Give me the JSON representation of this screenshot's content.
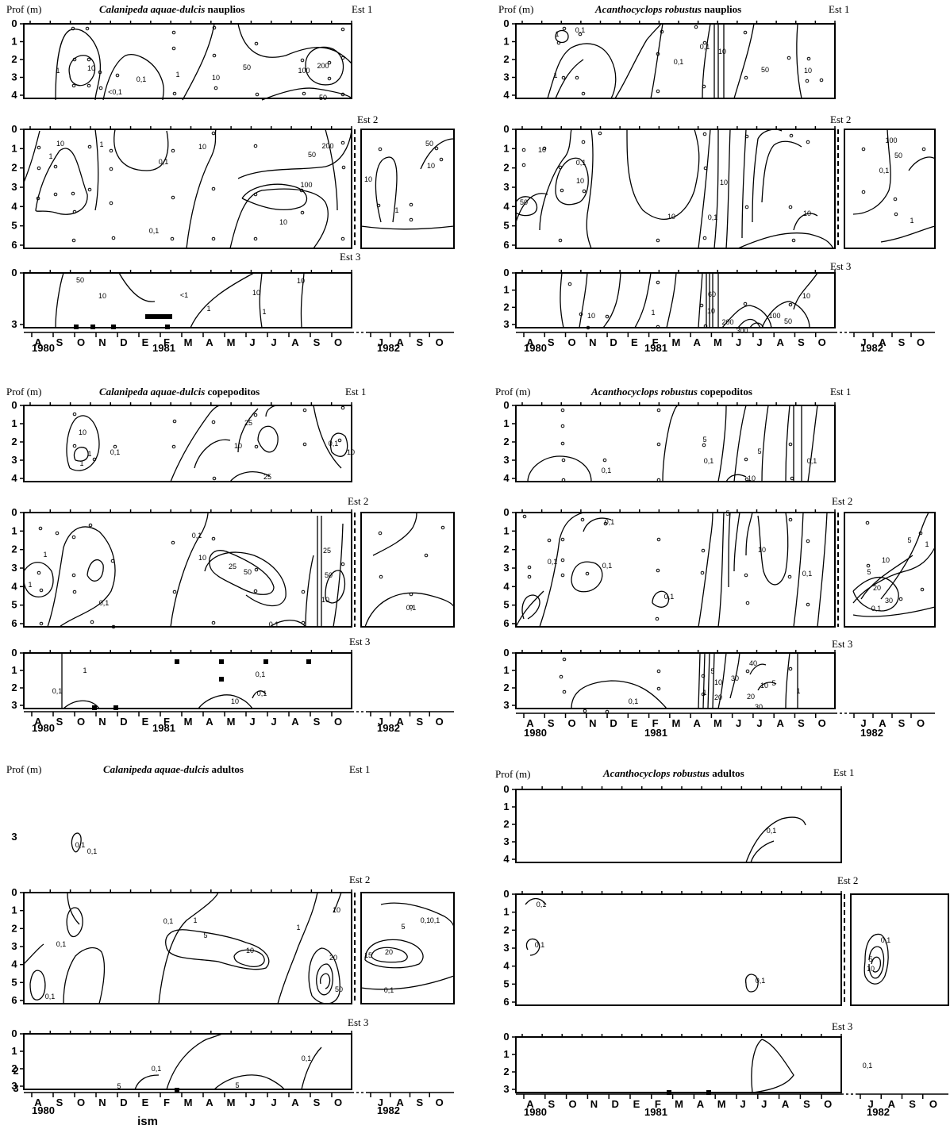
{
  "prof_label": "Prof (m)",
  "years": [
    "1980",
    "1981",
    "1982"
  ],
  "months_main": [
    "A",
    "S",
    "O",
    "N",
    "D",
    "E",
    "F",
    "M",
    "A",
    "M",
    "J",
    "J",
    "A",
    "S",
    "O"
  ],
  "months_1982": [
    "J",
    "A",
    "S",
    "O"
  ],
  "panels": [
    {
      "title_species": "Calanipeda aquae-dulcis",
      "title_stage": "nauplios",
      "stations": [
        {
          "label": "Est 1",
          "ticks": [
            "0",
            "1",
            "2",
            "3",
            "4"
          ]
        },
        {
          "label": "Est 2",
          "ticks": [
            "0",
            "1",
            "2",
            "3",
            "4",
            "5",
            "6"
          ]
        },
        {
          "label": "Est 3",
          "ticks": [
            "0",
            "3"
          ]
        }
      ],
      "contour_labels": [
        "1",
        "10",
        "<0,1",
        "0,1",
        "1",
        "10",
        "50",
        "100",
        "200",
        "50",
        "10",
        "1",
        "1",
        "10",
        "0,1",
        "50",
        "200",
        "100",
        "10",
        "0,1",
        "10",
        "1",
        "50",
        "10",
        "50",
        "10",
        "<1",
        "1",
        "10",
        "10",
        "1"
      ]
    },
    {
      "title_species": "Acanthocyclops robustus",
      "title_stage": "nauplios",
      "stations": [
        {
          "label": "Est 1",
          "ticks": [
            "0",
            "1",
            "2",
            "3",
            "4"
          ]
        },
        {
          "label": "Est 2",
          "ticks": [
            "0",
            "1",
            "2",
            "3",
            "4",
            "5",
            "6"
          ]
        },
        {
          "label": "Est 3",
          "ticks": [
            "0",
            "1",
            "2",
            "3"
          ]
        }
      ],
      "contour_labels": [
        "0,1",
        "1",
        "1",
        "0,1",
        "0,1",
        "10",
        "50",
        "10",
        "10",
        "0,1",
        "10",
        "100",
        "50",
        "50",
        "10",
        "0,1",
        "0,1",
        "10",
        "10",
        "1",
        "10",
        "1",
        "60",
        "10",
        "200",
        "300",
        "100",
        "50",
        "10"
      ]
    },
    {
      "title_species": "Calanipeda aquae-dulcis",
      "title_stage": "copepoditos",
      "stations": [
        {
          "label": "Est 1",
          "ticks": [
            "0",
            "1",
            "2",
            "3",
            "4"
          ]
        },
        {
          "label": "Est 2",
          "ticks": [
            "0",
            "1",
            "2",
            "3",
            "4",
            "5",
            "6"
          ]
        },
        {
          "label": "Est 3",
          "ticks": [
            "0",
            "1",
            "2",
            "3"
          ]
        }
      ],
      "contour_labels": [
        "1",
        "0,1",
        "25",
        "10",
        "0,1",
        "10",
        "25",
        "10",
        "1",
        "1",
        "0,1",
        "10",
        "25",
        "50",
        "25",
        "50",
        "10",
        "0,1",
        "1",
        "0,1",
        "0,1",
        "0,1",
        "1",
        "0,1",
        "10",
        "0,1"
      ]
    },
    {
      "title_species": "Acanthocyclops robustus",
      "title_stage": "copepoditos",
      "stations": [
        {
          "label": "Est 1",
          "ticks": [
            "0",
            "1",
            "2",
            "3",
            "4"
          ]
        },
        {
          "label": "Est 2",
          "ticks": [
            "0",
            "1",
            "2",
            "3",
            "4",
            "5",
            "6"
          ]
        },
        {
          "label": "Est 3",
          "ticks": [
            "0",
            "1",
            "2",
            "3"
          ]
        }
      ],
      "contour_labels": [
        "5",
        "0,1",
        "0,1",
        "5",
        "10",
        "0,1",
        "0,1",
        "5",
        "0,1",
        "0,1",
        "0,1",
        "10",
        "5",
        "0,1",
        "20",
        "10",
        "30",
        "5",
        "1",
        "0,1",
        "5",
        "40",
        "10",
        "30",
        "10",
        "20",
        "5",
        "20",
        "30",
        "1",
        "0,1",
        "1"
      ]
    },
    {
      "title_species": "Calanipeda aquae-dulcis",
      "title_stage": "adultos",
      "stations": [
        {
          "label": "Est 1",
          "ticks": [
            "3"
          ]
        },
        {
          "label": "Est 2",
          "ticks": [
            "0",
            "1",
            "2",
            "3",
            "4",
            "5",
            "6"
          ]
        },
        {
          "label": "Est 3",
          "ticks": [
            "0",
            "1",
            "2",
            "3"
          ]
        }
      ],
      "contour_labels": [
        "0,1",
        "0,1",
        "0,1",
        "0,1",
        "0,1",
        "1",
        "5",
        "10",
        "10",
        "20",
        "50",
        "1",
        "15",
        "20",
        "5",
        "0,1",
        "0,1",
        "0,1",
        "0,1",
        "0,1",
        "5",
        "5"
      ]
    },
    {
      "title_species": "Acanthocyclops robustus",
      "title_stage": "adultos",
      "stations": [
        {
          "label": "Est 1",
          "ticks": [
            "0",
            "1",
            "2",
            "3",
            "4"
          ]
        },
        {
          "label": "Est 2",
          "ticks": [
            "0",
            "1",
            "2",
            "3",
            "4",
            "5",
            "6"
          ]
        },
        {
          "label": "Est 3",
          "ticks": [
            "0",
            "1",
            "2",
            "3"
          ]
        }
      ],
      "contour_labels": [
        "0,1",
        "0,1",
        "0,1",
        "0,1",
        "0,1",
        "5",
        "10",
        "0,1"
      ]
    }
  ],
  "stray_labels": [
    "2",
    "3",
    "ism"
  ],
  "chart_data": [
    {
      "type": "heatmap",
      "title": "Calanipeda aquae-dulcis nauplios",
      "ylabel": "Prof (m)",
      "x_ticks": [
        "A",
        "S",
        "O",
        "N",
        "D",
        "E",
        "F",
        "M",
        "A",
        "M",
        "J",
        "J",
        "A",
        "S",
        "O",
        "J",
        "A",
        "S",
        "O"
      ],
      "x_years": [
        "1980",
        "1981",
        "1982"
      ],
      "stations": [
        {
          "name": "Est 1",
          "ylim": [
            4,
            0
          ],
          "contour_levels": [
            0.1,
            1,
            10,
            50,
            100,
            200
          ]
        },
        {
          "name": "Est 2",
          "ylim": [
            6,
            0
          ],
          "contour_levels": [
            0.1,
            1,
            10,
            50,
            100,
            200
          ]
        },
        {
          "name": "Est 3",
          "ylim": [
            3,
            0
          ],
          "contour_levels": [
            1,
            10,
            50
          ]
        }
      ]
    },
    {
      "type": "heatmap",
      "title": "Acanthocyclops robustus nauplios",
      "ylabel": "Prof (m)",
      "stations": [
        {
          "name": "Est 1",
          "ylim": [
            4,
            0
          ],
          "contour_levels": [
            0.1,
            1,
            10,
            50
          ]
        },
        {
          "name": "Est 2",
          "ylim": [
            6,
            0
          ],
          "contour_levels": [
            0.1,
            1,
            10,
            50,
            100
          ]
        },
        {
          "name": "Est 3",
          "ylim": [
            3,
            0
          ],
          "contour_levels": [
            1,
            10,
            50,
            60,
            100,
            200,
            300
          ]
        }
      ]
    },
    {
      "type": "heatmap",
      "title": "Calanipeda aquae-dulcis copepoditos",
      "ylabel": "Prof (m)",
      "stations": [
        {
          "name": "Est 1",
          "ylim": [
            4,
            0
          ],
          "contour_levels": [
            0.1,
            1,
            10,
            25
          ]
        },
        {
          "name": "Est 2",
          "ylim": [
            6,
            0
          ],
          "contour_levels": [
            0.1,
            1,
            10,
            25,
            50
          ]
        },
        {
          "name": "Est 3",
          "ylim": [
            3,
            0
          ],
          "contour_levels": [
            0.1,
            1,
            10
          ]
        }
      ]
    },
    {
      "type": "heatmap",
      "title": "Acanthocyclops robustus copepoditos",
      "ylabel": "Prof (m)",
      "stations": [
        {
          "name": "Est 1",
          "ylim": [
            4,
            0
          ],
          "contour_levels": [
            0.1,
            5,
            10
          ]
        },
        {
          "name": "Est 2",
          "ylim": [
            6,
            0
          ],
          "contour_levels": [
            0.1,
            1,
            5,
            10,
            20,
            30
          ]
        },
        {
          "name": "Est 3",
          "ylim": [
            3,
            0
          ],
          "contour_levels": [
            0.1,
            1,
            5,
            10,
            20,
            30,
            40
          ]
        }
      ]
    },
    {
      "type": "heatmap",
      "title": "Calanipeda aquae-dulcis adultos",
      "ylabel": "Prof (m)",
      "stations": [
        {
          "name": "Est 1",
          "ylim": [
            3,
            3
          ],
          "contour_levels": [
            0.1
          ]
        },
        {
          "name": "Est 2",
          "ylim": [
            6,
            0
          ],
          "contour_levels": [
            0.1,
            1,
            5,
            10,
            15,
            20,
            50
          ]
        },
        {
          "name": "Est 3",
          "ylim": [
            3,
            0
          ],
          "contour_levels": [
            0.1,
            5
          ]
        }
      ]
    },
    {
      "type": "heatmap",
      "title": "Acanthocyclops robustus adultos",
      "ylabel": "Prof (m)",
      "stations": [
        {
          "name": "Est 1",
          "ylim": [
            4,
            0
          ],
          "contour_levels": [
            0.1
          ]
        },
        {
          "name": "Est 2",
          "ylim": [
            6,
            0
          ],
          "contour_levels": [
            0.1,
            5,
            10
          ]
        },
        {
          "name": "Est 3",
          "ylim": [
            3,
            0
          ],
          "contour_levels": [
            0.1
          ]
        }
      ]
    }
  ]
}
